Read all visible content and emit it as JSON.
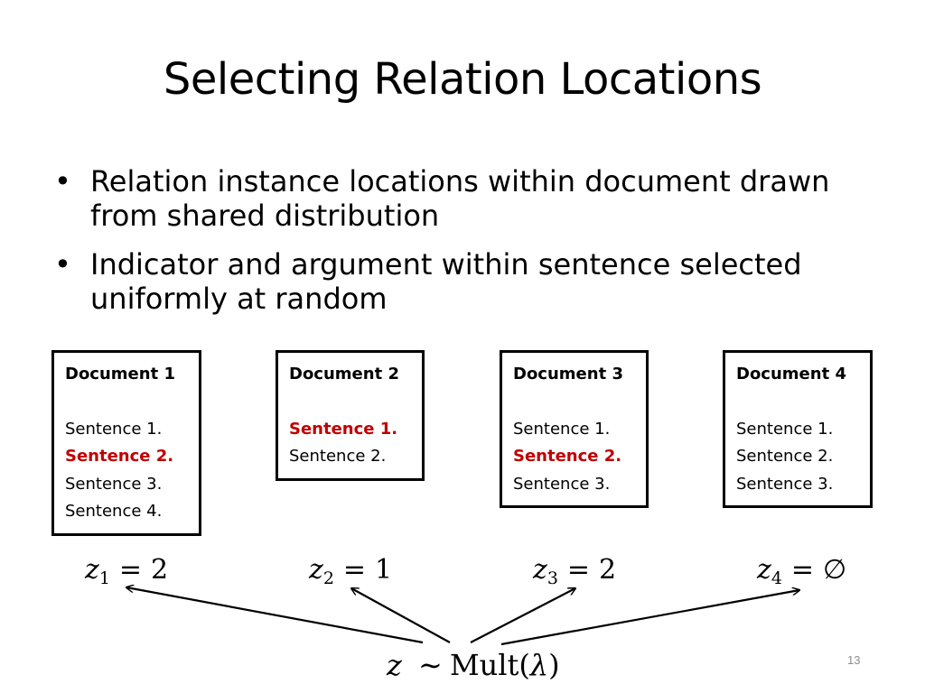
{
  "slide": {
    "title": "Selecting Relation Locations",
    "bullets": [
      "Relation instance locations within document drawn from shared distribution",
      "Indicator and argument within sentence selected uniformly at random"
    ],
    "bullet_glyph": "•",
    "page_number": "13"
  },
  "documents": [
    {
      "title": "Document 1",
      "sentences": [
        {
          "text": "Sentence 1.",
          "highlight": false
        },
        {
          "text": "Sentence 2.",
          "highlight": true
        },
        {
          "text": "Sentence 3.",
          "highlight": false
        },
        {
          "text": "Sentence 4.",
          "highlight": false
        }
      ]
    },
    {
      "title": "Document 2",
      "sentences": [
        {
          "text": "Sentence 1.",
          "highlight": true
        },
        {
          "text": "Sentence 2.",
          "highlight": false
        }
      ]
    },
    {
      "title": "Document 3",
      "sentences": [
        {
          "text": "Sentence 1.",
          "highlight": false
        },
        {
          "text": "Sentence 2.",
          "highlight": true
        },
        {
          "text": "Sentence 3.",
          "highlight": false
        }
      ]
    },
    {
      "title": "Document 4",
      "sentences": [
        {
          "text": "Sentence 1.",
          "highlight": false
        },
        {
          "text": "Sentence 2.",
          "highlight": false
        },
        {
          "text": "Sentence 3.",
          "highlight": false
        }
      ]
    }
  ],
  "assignments": [
    {
      "var": "z",
      "sub": "1",
      "eq": "=",
      "value": "2"
    },
    {
      "var": "z",
      "sub": "2",
      "eq": "=",
      "value": "1"
    },
    {
      "var": "z",
      "sub": "3",
      "eq": "=",
      "value": "2"
    },
    {
      "var": "z",
      "sub": "4",
      "eq": "=",
      "value": "∅"
    }
  ],
  "distribution": {
    "var": "z",
    "sim": "∼",
    "func": "Mult(",
    "param": "λ",
    "close": ")"
  },
  "colors": {
    "highlight": "#c00000",
    "text": "#000000",
    "page_number": "#8c8c8c"
  }
}
